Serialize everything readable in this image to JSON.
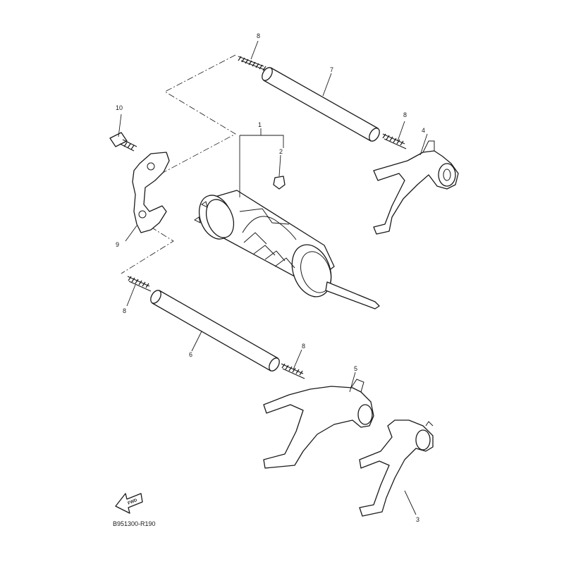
{
  "diagram": {
    "drawing_code": "B951300-R190",
    "fwd_label": "FWD",
    "callouts": {
      "c1": "1",
      "c2": "2",
      "c3": "3",
      "c4": "4",
      "c5": "5",
      "c6": "6",
      "c7": "7",
      "c8a": "8",
      "c8b": "8",
      "c8c": "8",
      "c8d": "8",
      "c9": "9",
      "c10": "10"
    }
  }
}
